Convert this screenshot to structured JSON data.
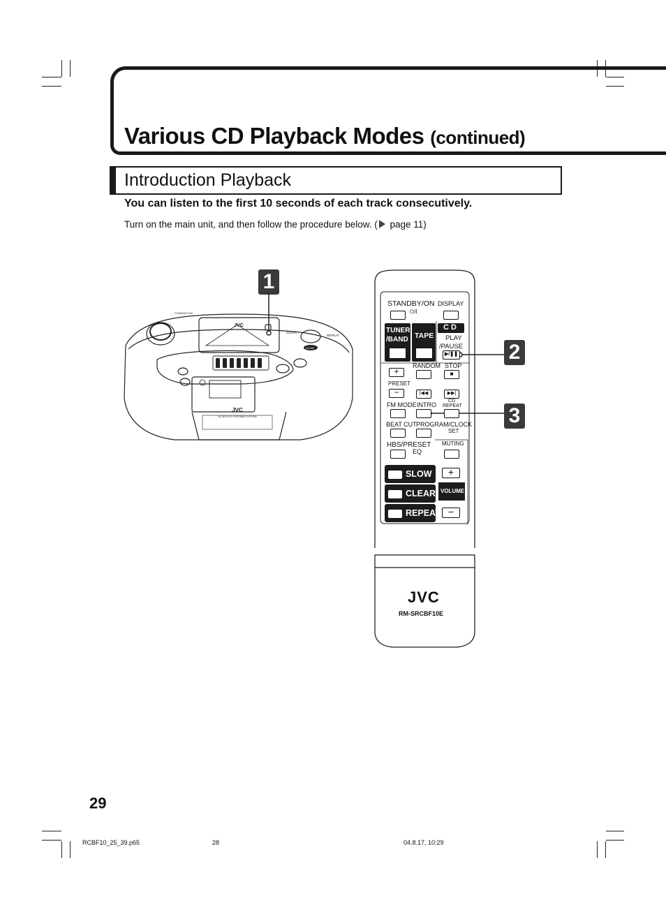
{
  "page": {
    "title_main": "Various CD Playback Modes",
    "title_cont": "(continued)",
    "section_title": "Introduction Playback",
    "lead": "You can listen to the first 10 seconds of each track consecutively.",
    "note_before": "Turn on the main unit, and then follow the procedure below. (",
    "note_after": " page 11)",
    "page_number": "29"
  },
  "steps": [
    "1",
    "2",
    "3"
  ],
  "unit": {
    "brand": "JVC",
    "model_text": "RC-BF10 CD PORTABLE SYSTEM",
    "labels": {
      "standby": "STANDBY/ON",
      "clear": "CLEAR",
      "repeat": "REPEAT",
      "slow": "SLOW"
    }
  },
  "remote": {
    "standby": "STANDBY/ON",
    "standby_sym": "⏻/I",
    "display": "DISPLAY",
    "tuner": "TUNER",
    "band": "/BAND",
    "tape": "TAPE",
    "cd": "C D",
    "play": "PLAY",
    "pause": "/PAUSE",
    "random": "RANDOM",
    "stop": "STOP",
    "preset": "PRESET",
    "fm_mode": "FM MODE",
    "intro": "INTRO",
    "cd_line": "CD",
    "repeat_line": "REPEAT",
    "beat_cut": "BEAT CUT",
    "program_clock": "PROGRAM/CLOCK",
    "set": "SET",
    "hbs_preset": "HBS/PRESET",
    "eq": "EQ",
    "muting": "MUTING",
    "slow": "SLOW",
    "clear": "CLEAR",
    "repeat": "REPEAT",
    "volume": "VOLUME",
    "brand": "JVC",
    "model": "RM-SRCBF10E"
  },
  "footer": {
    "file": "RCBF10_25_39.p65",
    "page": "28",
    "date": "04.8.17, 10:29"
  }
}
